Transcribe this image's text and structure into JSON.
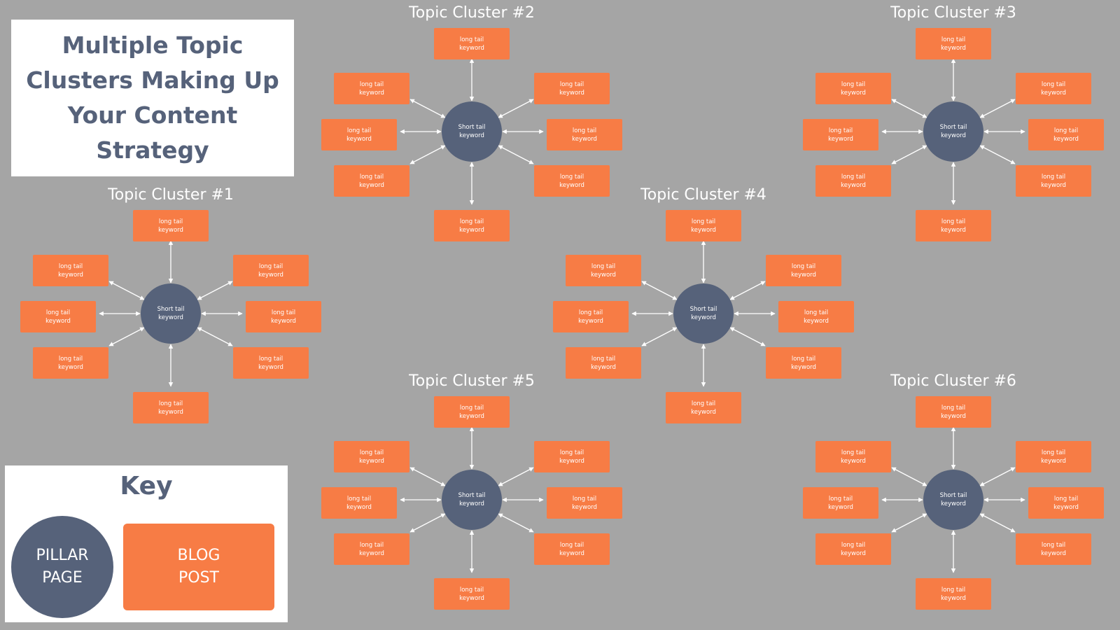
{
  "title": "Multiple Topic Clusters Making Up Your Content Strategy",
  "hub_label": "Short tail keyword",
  "spoke_label": "long tail keyword",
  "colors": {
    "background": "#a5a5a5",
    "pillar": "#56627a",
    "blog": "#f77c45",
    "title_text": "#56627a",
    "arrow": "#ffffff"
  },
  "clusters": [
    {
      "title": "Topic Cluster #1"
    },
    {
      "title": "Topic Cluster #2"
    },
    {
      "title": "Topic Cluster #3"
    },
    {
      "title": "Topic Cluster #4"
    },
    {
      "title": "Topic Cluster #5"
    },
    {
      "title": "Topic Cluster #6"
    }
  ],
  "key": {
    "title": "Key",
    "pillar_label": "PILLAR PAGE",
    "blog_label": "BLOG POST"
  }
}
